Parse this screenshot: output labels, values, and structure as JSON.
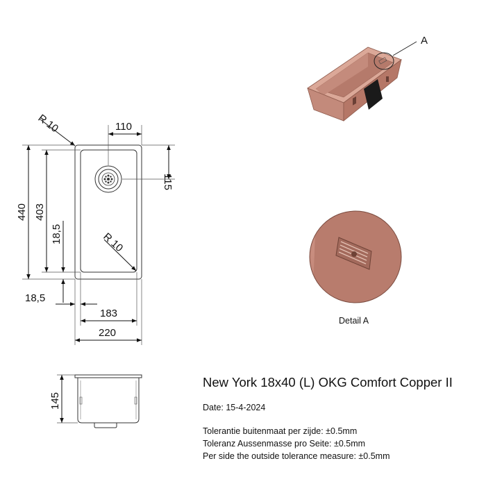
{
  "drawing": {
    "title": "New York 18x40 (L) OKG Comfort Copper II",
    "date": "Date: 15-4-2024",
    "tolerances": [
      "Tolerantie buitenmaat per zijde: ±0.5mm",
      "Toleranz Aussenmasse pro Seite: ±0.5mm",
      "Per side the outside tolerance measure: ±0.5mm"
    ],
    "detail_caption": "Detail A",
    "callout_label": "A"
  },
  "dimensions": {
    "r_outer": "R 10",
    "r_inner": "R 10",
    "drain_offset_x": "110",
    "drain_offset_y": "115",
    "height_outer": "440",
    "height_inner": "403",
    "bottom_margin_v": "18,5",
    "side_margin_h": "18,5",
    "width_inner": "183",
    "width_outer": "220",
    "depth": "145"
  },
  "colors": {
    "copper": "#c8897a",
    "copper_dark": "#9d6455",
    "copper_light": "#e5b8a8",
    "line": "#333333"
  }
}
